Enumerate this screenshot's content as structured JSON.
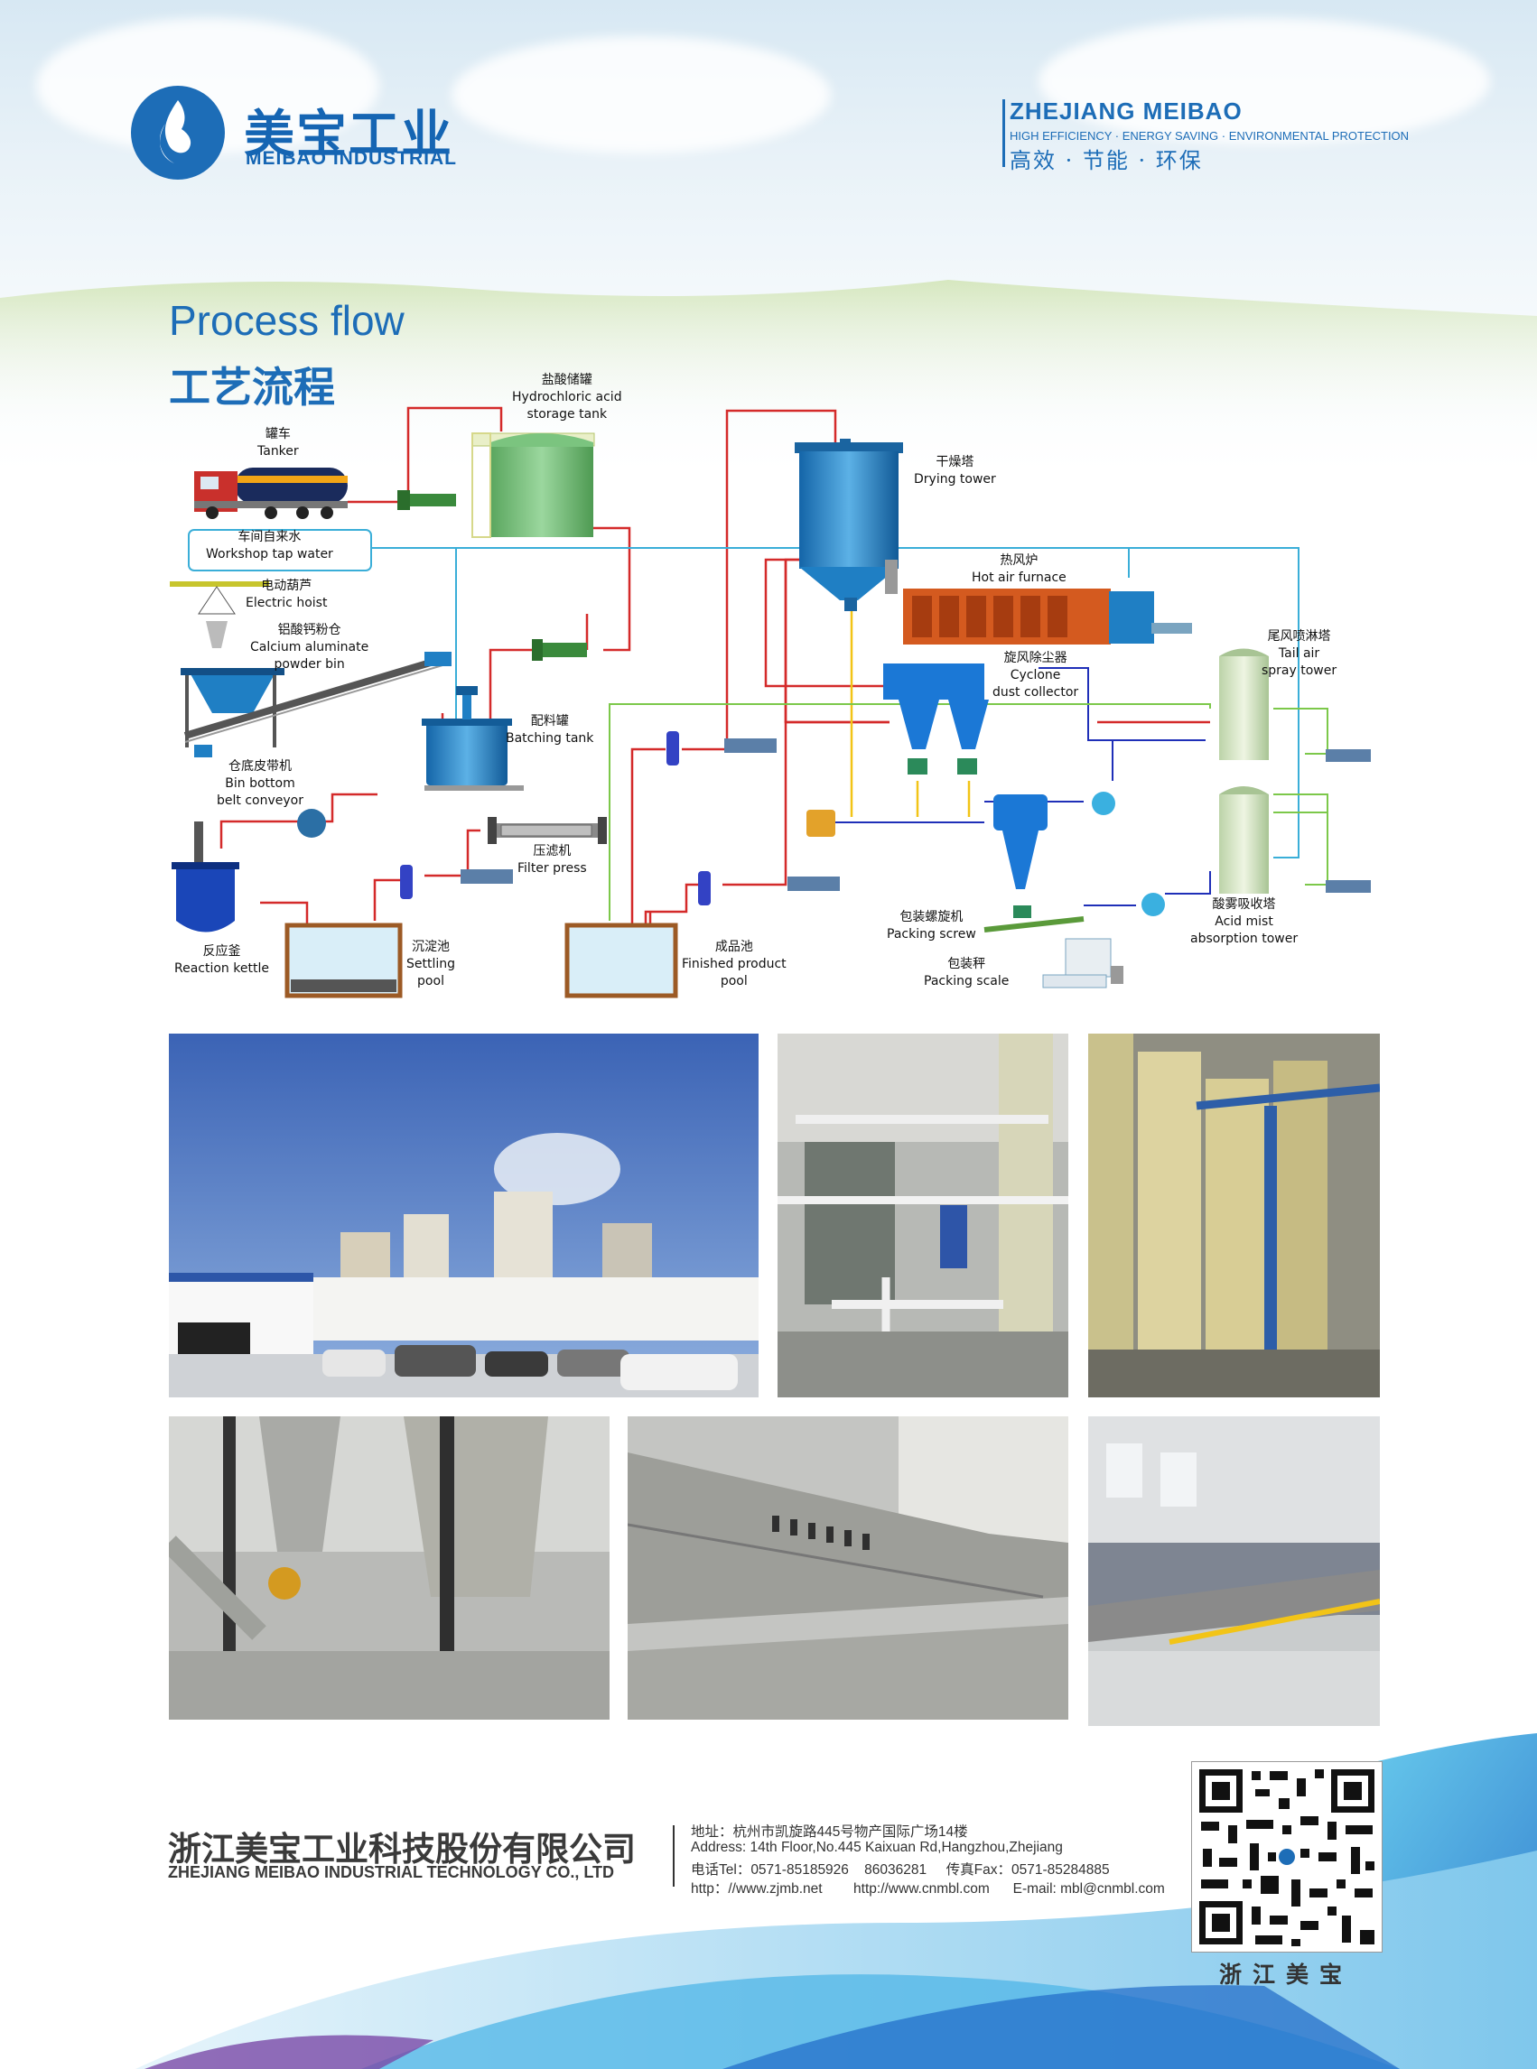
{
  "header": {
    "brand_cn": "美宝工业",
    "brand_en": "MEIBAO INDUSTRIAL",
    "company_title": "ZHEJIANG MEIBAO",
    "slogan_en": "HIGH EFFICIENCY · ENERGY SAVING · ENVIRONMENTAL  PROTECTION",
    "slogan_cn": "高效 · 节能 · 环保"
  },
  "section": {
    "title_en": "Process flow",
    "title_cn": "工艺流程"
  },
  "diagram": {
    "labels": {
      "tanker": [
        "罐车",
        "Tanker"
      ],
      "hcl_tank": [
        "盐酸储罐",
        "Hydrochloric acid",
        "storage tank"
      ],
      "tap_water": [
        "车间自来水",
        "Workshop tap water"
      ],
      "hoist": [
        "电动葫芦",
        "Electric hoist"
      ],
      "powder_bin": [
        "铝酸钙粉仓",
        "Calcium aluminate",
        "powder bin"
      ],
      "belt_conveyor": [
        "仓底皮带机",
        "Bin bottom",
        "belt conveyor"
      ],
      "batching_tank": [
        "配料罐",
        "Batching tank"
      ],
      "filter_press": [
        "压滤机",
        "Filter press"
      ],
      "reaction_kettle": [
        "反应釜",
        "Reaction kettle"
      ],
      "settling_pool": [
        "沉淀池",
        "Settling",
        "pool"
      ],
      "finished_pool": [
        "成品池",
        "Finished product",
        "pool"
      ],
      "drying_tower": [
        "干燥塔",
        "Drying tower"
      ],
      "hot_air_furnace": [
        "热风炉",
        "Hot air furnace"
      ],
      "cyclone": [
        "旋风除尘器",
        "Cyclone",
        "dust collector"
      ],
      "tail_tower": [
        "尾风喷淋塔",
        "Tail air",
        "spray tower"
      ],
      "acid_tower": [
        "酸雾吸收塔",
        "Acid mist",
        "absorption tower"
      ],
      "packing_screw": [
        "包装螺旋机",
        "Packing screw"
      ],
      "packing_scale": [
        "包装秤",
        "Packing scale"
      ]
    },
    "colors": {
      "feed_line": "#d42a2a",
      "water_line": "#3aaed8",
      "air_line": "#1f2fb8",
      "product_line": "#f2c417",
      "return_line": "#7cc84a",
      "equipment_blue": "#1f7fc4",
      "tank_green": "#7bc47f"
    }
  },
  "photos": [
    {
      "icon": "factory-exterior-photo"
    },
    {
      "icon": "pipes-interior-photo"
    },
    {
      "icon": "towers-interior-photo"
    },
    {
      "icon": "cyclone-interior-photo"
    },
    {
      "icon": "filter-press-photo"
    },
    {
      "icon": "workshop-hall-photo"
    }
  ],
  "footer": {
    "company_cn": "浙江美宝工业科技股份有限公司",
    "company_en": "ZHEJIANG MEIBAO INDUSTRIAL TECHNOLOGY CO., LTD",
    "address_cn": "地址：杭州市凯旋路445号物产国际广场14楼",
    "address_en": "Address: 14th Floor,No.445 Kaixuan Rd,Hangzhou,Zhejiang",
    "tel": "电话Tel：0571-85185926    86036281     传真Fax：0571-85284885",
    "web": "http：//www.zjmb.net        http://www.cnmbl.com      E-mail: mbl@cnmbl.com",
    "qr_label": "浙江美宝"
  }
}
